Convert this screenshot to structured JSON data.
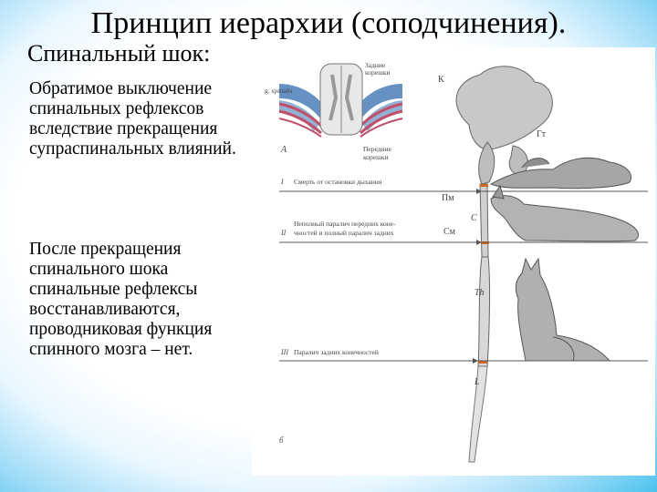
{
  "slide": {
    "title": "Принцип иерархии (соподчинения).",
    "subtitle": "Спинальный шок:",
    "paragraph1": "Обратимое выключение спинальных рефлексов вследствие прекращения супраспинальных влияний.",
    "paragraph2": "После прекращения спинального шока спинальные рефлексы восстанавливаются, проводниковая функция спинного мозга – нет."
  },
  "figure": {
    "inset_labels": {
      "dorsal_roots_1": "Задние",
      "dorsal_roots_2": "корешки",
      "ganglion": "g. spinalis",
      "ventral_roots_1": "Передние",
      "ventral_roots_2": "корешки",
      "panel_a": "А"
    },
    "brain_labels": {
      "cortex": "К",
      "diencephalon": "Гт",
      "medulla": "Пм",
      "cervical": "С",
      "thoracic": "Th",
      "lumbar": "L",
      "midbrain": "См",
      "panel_b": "б"
    },
    "levels": [
      {
        "numeral": "I",
        "text": "Смерть от остановки дыхания"
      },
      {
        "numeral": "II",
        "text_line1": "Неполный паралич передних коне-",
        "text_line2": "чностей и полный паралич задних"
      },
      {
        "numeral": "III",
        "text": "Паралич задних конечностей"
      }
    ],
    "colors": {
      "brain": "#c8c8c8",
      "dorsal_root": "#4a7fb8",
      "ventral_root": "#c0506a",
      "cut_mark": "#d2691e",
      "line": "#555555"
    }
  }
}
